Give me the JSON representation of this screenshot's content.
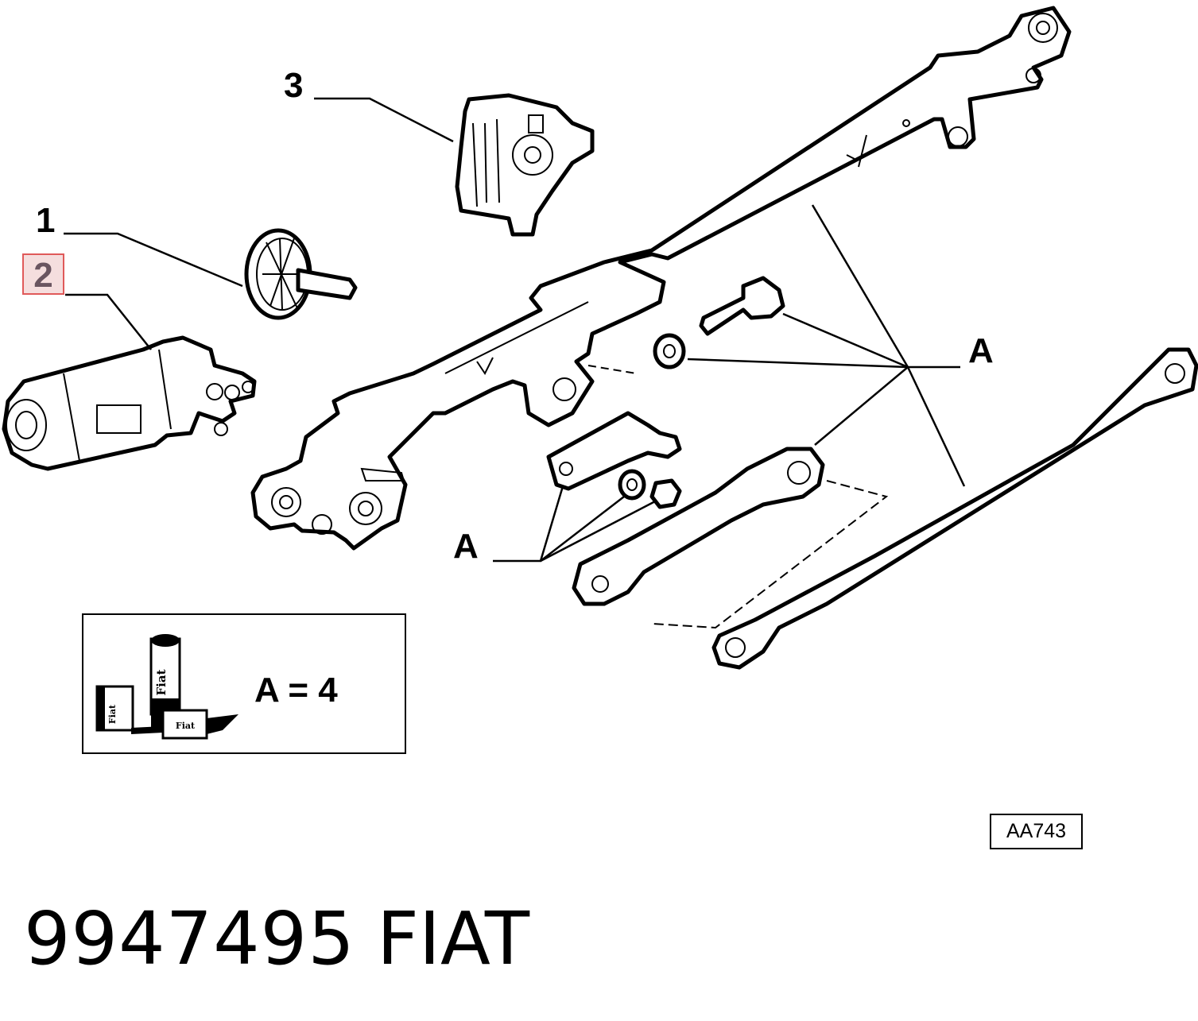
{
  "callouts": {
    "part1": "1",
    "part2": "2",
    "part3": "3",
    "a_upper": "A",
    "a_lower": "A"
  },
  "legend": {
    "text": "A = 4",
    "tube_label": "Fiat",
    "box_label": "Fiat",
    "tube_icon": "grease-tube-icon"
  },
  "ref_code": "AA743",
  "part_number": "9947495",
  "brand": "FIAT",
  "colors": {
    "highlight_fill": "#f5dede",
    "highlight_border": "#e05a5a"
  }
}
